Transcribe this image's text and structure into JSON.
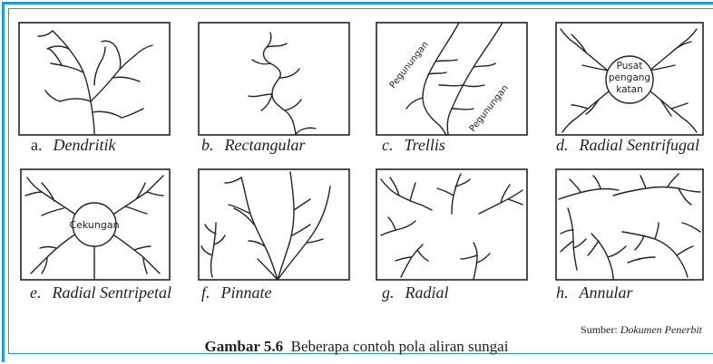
{
  "panels": {
    "a": {
      "letter": "a.",
      "name": "Dendritik"
    },
    "b": {
      "letter": "b.",
      "name": "Rectangular"
    },
    "c": {
      "letter": "c.",
      "name": "Trellis",
      "label_left": "Pegunungan",
      "label_right": "Pegunungan"
    },
    "d": {
      "letter": "d.",
      "name": "Radial Sentrifugal",
      "center_lines": [
        "Pusat",
        "pengang",
        "katan"
      ]
    },
    "e": {
      "letter": "e.",
      "name": "Radial Sentripetal",
      "center_label": "Cekungan"
    },
    "f": {
      "letter": "f.",
      "name": "Pinnate"
    },
    "g": {
      "letter": "g.",
      "name": "Radial"
    },
    "h": {
      "letter": "h.",
      "name": "Annular"
    }
  },
  "source": {
    "prefix": "Sumber: ",
    "name": "Dokumen Penerbit"
  },
  "figure": {
    "number": "Gambar 5.6",
    "caption": "Beberapa contoh pola aliran sungai"
  },
  "colors": {
    "frame": "#1aa0d8",
    "ink": "#222222"
  }
}
